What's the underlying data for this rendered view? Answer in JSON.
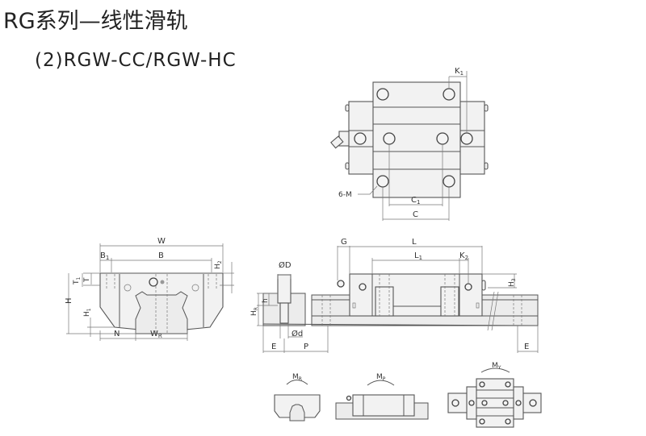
{
  "header": {
    "title": "RG系列—线性滑轨",
    "subtitle": "(2)RGW-CC/RGW-HC"
  },
  "top_view": {
    "labels": {
      "k1": "K",
      "k1_sub": "1",
      "c1": "C",
      "c1_sub": "1",
      "c": "C",
      "m": "6-M"
    }
  },
  "front_view": {
    "labels": {
      "w": "W",
      "b1": "B",
      "b1_sub": "1",
      "b": "B",
      "h2": "H",
      "h2_sub": "2",
      "t1": "T",
      "t1_sub": "1",
      "t": "T",
      "h": "H",
      "h1": "H",
      "h1_sub": "1",
      "n": "N",
      "wr": "W",
      "wr_sub": "R"
    }
  },
  "side_view": {
    "labels": {
      "g": "G",
      "l": "L",
      "l1": "L",
      "l1_sub": "1",
      "k2": "K",
      "k2_sub": "2",
      "h3": "H",
      "h3_sub": "3",
      "od": "ØD",
      "h_small": "h",
      "hr": "H",
      "hr_sub": "R",
      "d_small": "Ød",
      "e_left": "E",
      "p": "P",
      "e_right": "E"
    }
  },
  "moments": [
    {
      "label": "M",
      "sub": "R"
    },
    {
      "label": "M",
      "sub": "P"
    },
    {
      "label": "M",
      "sub": "Y"
    }
  ]
}
